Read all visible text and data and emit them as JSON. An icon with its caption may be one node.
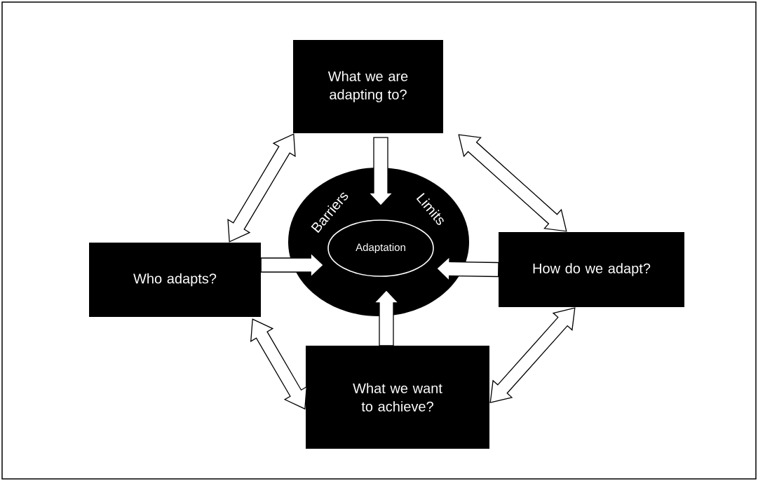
{
  "diagram": {
    "nodes": [
      {
        "text": [
          "What we are adapting to?"
        ]
      },
      {
        "text": [
          "Barriers",
          "Limits"
        ]
      },
      {
        "text": [
          "Adaptation"
        ],
        "in": 1
      },
      {
        "text": [
          "Who adapts?"
        ]
      },
      {
        "text": [
          "How do we adapt?"
        ]
      },
      {
        "text": [
          "What we want to achieve?"
        ]
      }
    ],
    "edges": [
      {
        "from": 0,
        "to": 2,
        "arrow": "to"
      },
      {
        "from": 3,
        "to": 2,
        "arrow": "to"
      },
      {
        "from": 4,
        "to": 2,
        "arrow": "to"
      },
      {
        "from": 5,
        "to": 2,
        "arrow": "to"
      },
      {
        "from": 0,
        "to": 3,
        "arrow": "both"
      },
      {
        "from": 0,
        "to": 4,
        "arrow": "both"
      },
      {
        "from": 3,
        "to": 5,
        "arrow": "both"
      },
      {
        "from": 5,
        "to": 4,
        "arrow": "both"
      }
    ]
  }
}
